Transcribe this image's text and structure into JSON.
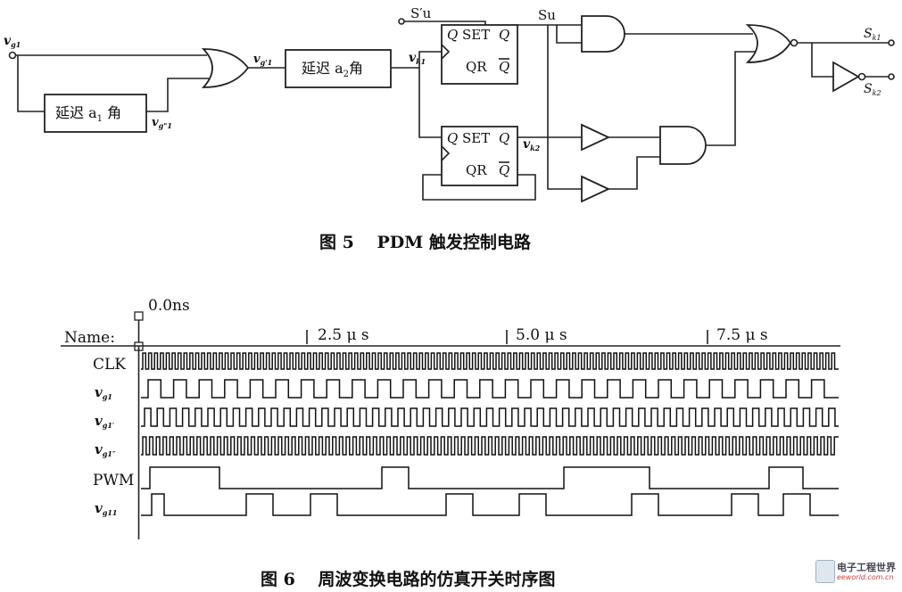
{
  "fig5": {
    "caption": "图 5　 PDM 触发控制电路",
    "signals": {
      "vg1": "v",
      "vg1_sub": "g1",
      "vg1p": "v",
      "vg1p_sub": "g'1",
      "vg1pp": "v",
      "vg1pp_sub": "g\"1",
      "vk1": "v",
      "vk1_sub": "k1",
      "vk2": "v",
      "vk2_sub": "k2",
      "Su_prime": "S′u",
      "Su": "Su",
      "Sk1": "S",
      "Sk1_sub": "k1",
      "Sk2": "S",
      "Sk2_sub": "k2"
    },
    "delay1": "延迟 a",
    "delay1_sub": "1",
    "delay1_tail": " 角",
    "delay2": "延迟 a",
    "delay2_sub": "2",
    "delay2_tail": "角",
    "ff1": {
      "q": "Q",
      "set": "SET",
      "qr": "QR",
      "q2": "Q",
      "qbar": "Q"
    },
    "ff2": {
      "q": "Q",
      "set": "SET",
      "qr": "QR",
      "q2": "Q",
      "qbar": "Q"
    }
  },
  "fig6": {
    "caption": "图 6　 周波变换电路的仿真开关时序图",
    "name_label": "Name:",
    "cursor_label": "0.0ns",
    "time_ticks": [
      "2.5 μ s",
      "5.0 μ s",
      "7.5 μ s"
    ],
    "rows": [
      {
        "label": "CLK",
        "sub": ""
      },
      {
        "label": "v",
        "sub": "g1"
      },
      {
        "label": "v",
        "sub": "g1′"
      },
      {
        "label": "v",
        "sub": "g1″"
      },
      {
        "label": "PWM",
        "sub": ""
      },
      {
        "label": "v",
        "sub": "g11"
      }
    ]
  },
  "watermark": {
    "line1": "电子工程世界",
    "line2": "eeworld.com.cn"
  }
}
